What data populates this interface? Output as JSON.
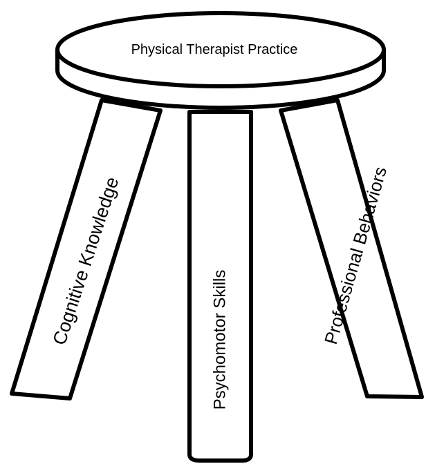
{
  "seat": {
    "label": "Physical Therapist Practice"
  },
  "legs": {
    "left_label": "Cognitive Knowledge",
    "center_label": "Psychomotor Skills",
    "right_label": "Professional Behaviors"
  },
  "colors": {
    "outline": "#000000",
    "fill": "#ffffff"
  }
}
